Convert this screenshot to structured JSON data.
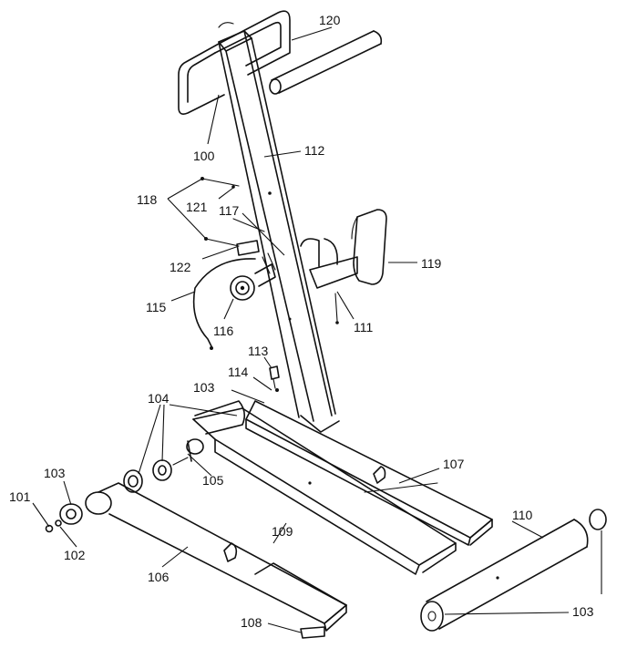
{
  "labels": {
    "p100": "100",
    "p101": "101",
    "p102": "102",
    "p103a": "103",
    "p103b": "103",
    "p103c": "103",
    "p104": "104",
    "p105": "105",
    "p106": "106",
    "p107": "107",
    "p108": "108",
    "p109": "109",
    "p110": "110",
    "p111": "111",
    "p112": "112",
    "p113": "113",
    "p114": "114",
    "p115": "115",
    "p116": "116",
    "p117": "117",
    "p118": "118",
    "p119": "119",
    "p120": "120",
    "p121": "121",
    "p122": "122"
  }
}
